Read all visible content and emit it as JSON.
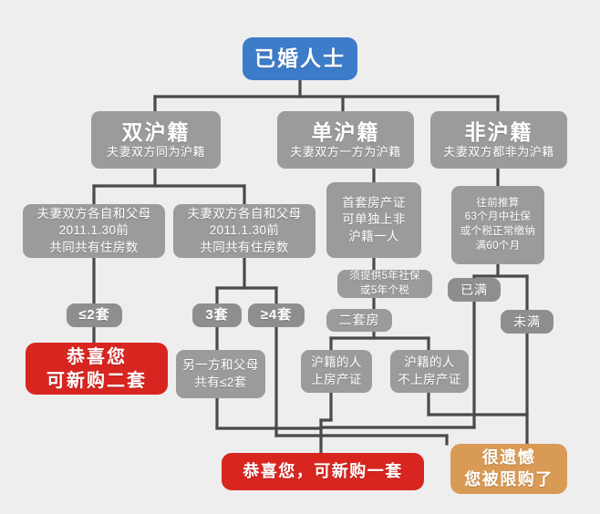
{
  "chart_data": {
    "type": "diagram",
    "title": "上海购房限购资格判定流程图",
    "diagram_kind": "decision-flowchart",
    "colors": {
      "root": "#3d7cc9",
      "node": "#9b9b9b",
      "label_chip": "#9b9b9b",
      "positive_result": "#d8251f",
      "negative_result": "#d89a54",
      "connector": "#4a4a4a",
      "background": "#eeeeee",
      "text": "#ffffff"
    },
    "nodes": [
      {
        "id": "root",
        "label": "已婚人士",
        "kind": "root"
      },
      {
        "id": "both-hu",
        "label": "双沪籍",
        "sub": "夫妻双方同为沪籍",
        "kind": "branch"
      },
      {
        "id": "single-hu",
        "label": "单沪籍",
        "sub": "夫妻双方一方为沪籍",
        "kind": "branch"
      },
      {
        "id": "non-hu",
        "label": "非沪籍",
        "sub": "夫妻双方都非为沪籍",
        "kind": "branch"
      },
      {
        "id": "both-left-count",
        "label": "夫妻双方各自和父母\n2011.1.30前\n共同共有住房数",
        "kind": "condition"
      },
      {
        "id": "both-right-count",
        "label": "夫妻双方各自和父母\n2011.1.30前\n共同共有住房数",
        "kind": "condition"
      },
      {
        "id": "first-cert",
        "label": "首套房产证\n可单独上非\n沪籍一人",
        "kind": "condition"
      },
      {
        "id": "social-proof",
        "label": "须提供5年社保\n或5年个税",
        "kind": "note"
      },
      {
        "id": "lookback",
        "label": "往前推算\n63个月中社保\n或个税正常缴纳\n满60个月",
        "kind": "condition"
      },
      {
        "id": "second-home",
        "label": "二套房",
        "kind": "condition"
      },
      {
        "id": "hu-on-cert",
        "label": "沪籍的人\n上房产证",
        "kind": "condition"
      },
      {
        "id": "hu-not-on-cert",
        "label": "沪籍的人\n不上房产证",
        "kind": "condition"
      },
      {
        "id": "other-side-count",
        "label": "另一方和父母\n共有≤2套",
        "kind": "condition"
      },
      {
        "id": "result-two",
        "label": "恭喜您\n可新购二套",
        "kind": "result-positive"
      },
      {
        "id": "result-one",
        "label": "恭喜您，可新购一套",
        "kind": "result-positive"
      },
      {
        "id": "result-blocked",
        "label": "很遗憾\n您被限购了",
        "kind": "result-negative"
      }
    ],
    "edge_labels": [
      {
        "id": "le-2",
        "label": "≤2套"
      },
      {
        "id": "eq-3",
        "label": "3套"
      },
      {
        "id": "ge-4",
        "label": "≥4套"
      },
      {
        "id": "met",
        "label": "已满"
      },
      {
        "id": "not-met",
        "label": "未满"
      }
    ],
    "edges": [
      {
        "from": "root",
        "to": "both-hu"
      },
      {
        "from": "root",
        "to": "single-hu"
      },
      {
        "from": "root",
        "to": "non-hu"
      },
      {
        "from": "both-hu",
        "to": "both-left-count"
      },
      {
        "from": "both-hu",
        "to": "both-right-count"
      },
      {
        "from": "single-hu",
        "to": "first-cert"
      },
      {
        "from": "first-cert",
        "to": "social-proof"
      },
      {
        "from": "social-proof",
        "to": "second-home"
      },
      {
        "from": "non-hu",
        "to": "lookback"
      },
      {
        "from": "lookback",
        "to": "met",
        "label": "已满"
      },
      {
        "from": "lookback",
        "to": "not-met",
        "label": "未满"
      },
      {
        "from": "both-left-count",
        "to": "le-2",
        "label": "≤2套"
      },
      {
        "from": "both-right-count",
        "to": "eq-3",
        "label": "3套"
      },
      {
        "from": "both-right-count",
        "to": "ge-4",
        "label": "≥4套"
      },
      {
        "from": "le-2",
        "to": "result-two"
      },
      {
        "from": "eq-3",
        "to": "other-side-count"
      },
      {
        "from": "other-side-count",
        "to": "result-one"
      },
      {
        "from": "second-home",
        "to": "hu-on-cert"
      },
      {
        "from": "second-home",
        "to": "hu-not-on-cert"
      },
      {
        "from": "hu-on-cert",
        "to": "result-one"
      },
      {
        "from": "hu-not-on-cert",
        "to": "result-blocked"
      },
      {
        "from": "met",
        "to": "result-one"
      },
      {
        "from": "not-met",
        "to": "result-blocked"
      },
      {
        "from": "ge-4",
        "to": "result-blocked"
      }
    ]
  },
  "root": {
    "label": "已婚人士"
  },
  "branches": {
    "both": {
      "title": "双沪籍",
      "sub": "夫妻双方同为沪籍"
    },
    "single": {
      "title": "单沪籍",
      "sub": "夫妻双方一方为沪籍"
    },
    "non": {
      "title": "非沪籍",
      "sub": "夫妻双方都非为沪籍"
    }
  },
  "conditions": {
    "both_left_count": "夫妻双方各自和父母\n2011.1.30前\n共同共有住房数",
    "both_right_count": "夫妻双方各自和父母\n2011.1.30前\n共同共有住房数",
    "first_cert": "首套房产证\n可单独上非\n沪籍一人",
    "social_proof": "须提供5年社保\n或5年个税",
    "lookback": "往前推算\n63个月中社保\n或个税正常缴纳\n满60个月",
    "second_home": "二套房",
    "hu_on_cert": "沪籍的人\n上房产证",
    "hu_not_on_cert": "沪籍的人\n不上房产证",
    "other_side_count": "另一方和父母\n共有≤2套"
  },
  "edge_labels": {
    "le_two": "≤2套",
    "three": "3套",
    "ge_four": "≥4套",
    "met": "已满",
    "not_met": "未满"
  },
  "results": {
    "two_homes": "恭喜您\n可新购二套",
    "one_home": "恭喜您，可新购一套",
    "blocked": "很遗憾\n您被限购了"
  }
}
